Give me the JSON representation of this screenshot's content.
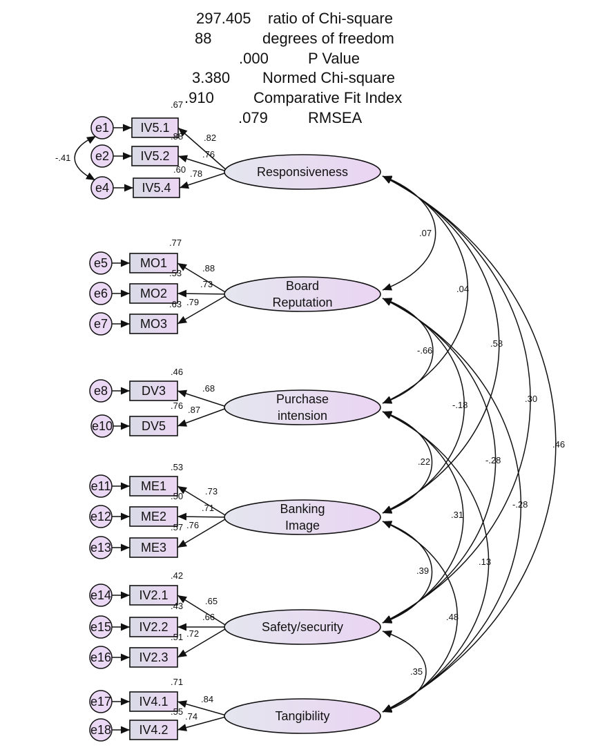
{
  "stats": [
    {
      "value": "297.405",
      "label": "ratio of Chi-square"
    },
    {
      "value": "88",
      "label": "degrees of freedom"
    },
    {
      "value": ".000",
      "label": "P Value"
    },
    {
      "value": "3.380",
      "label": "Normed Chi-square"
    },
    {
      "value": ".910",
      "label": "Comparative Fit Index"
    },
    {
      "value": ".079",
      "label": "RMSEA"
    }
  ],
  "latents": [
    {
      "id": "L1",
      "lines": [
        "Responsiveness"
      ]
    },
    {
      "id": "L2",
      "lines": [
        "Board",
        "Reputation"
      ]
    },
    {
      "id": "L3",
      "lines": [
        "Purchase",
        "intension"
      ]
    },
    {
      "id": "L4",
      "lines": [
        "Banking",
        "Image"
      ]
    },
    {
      "id": "L5",
      "lines": [
        "Safety/security"
      ]
    },
    {
      "id": "L6",
      "lines": [
        "Tangibility"
      ]
    }
  ],
  "indicators": [
    {
      "label": "IV5.1",
      "error": "e1",
      "latent": "L1",
      "r2": ".67",
      "loading": ".82"
    },
    {
      "label": "IV5.2",
      "error": "e2",
      "latent": "L1",
      "r2": ".88",
      "loading": ".76"
    },
    {
      "label": "IV5.4",
      "error": "e4",
      "latent": "L1",
      "r2": ".60",
      "loading": ".78"
    },
    {
      "label": "MO1",
      "error": "e5",
      "latent": "L2",
      "r2": ".77",
      "loading": ".88"
    },
    {
      "label": "MO2",
      "error": "e6",
      "latent": "L2",
      "r2": ".53",
      "loading": ".73"
    },
    {
      "label": "MO3",
      "error": "e7",
      "latent": "L2",
      "r2": ".63",
      "loading": ".79"
    },
    {
      "label": "DV3",
      "error": "e8",
      "latent": "L3",
      "r2": ".46",
      "loading": ".68"
    },
    {
      "label": "DV5",
      "error": "e10",
      "latent": "L3",
      "r2": ".76",
      "loading": ".87"
    },
    {
      "label": "ME1",
      "error": "e11",
      "latent": "L4",
      "r2": ".53",
      "loading": ".73"
    },
    {
      "label": "ME2",
      "error": "e12",
      "latent": "L4",
      "r2": ".50",
      "loading": ".71"
    },
    {
      "label": "ME3",
      "error": "e13",
      "latent": "L4",
      "r2": ".57",
      "loading": ".76"
    },
    {
      "label": "IV2.1",
      "error": "e14",
      "latent": "L5",
      "r2": ".42",
      "loading": ".65"
    },
    {
      "label": "IV2.2",
      "error": "e15",
      "latent": "L5",
      "r2": ".43",
      "loading": ".66"
    },
    {
      "label": "IV2.3",
      "error": "e16",
      "latent": "L5",
      "r2": ".51",
      "loading": ".72"
    },
    {
      "label": "IV4.1",
      "error": "e17",
      "latent": "L6",
      "r2": ".71",
      "loading": ".84"
    },
    {
      "label": "IV4.2",
      "error": "e18",
      "latent": "L6",
      "r2": ".55",
      "loading": ".74"
    }
  ],
  "error_covariance": {
    "from": "e1",
    "to": "e4",
    "value": "-.41"
  },
  "correlations": [
    {
      "from": "L1",
      "to": "L2",
      "value": ".07"
    },
    {
      "from": "L1",
      "to": "L3",
      "value": ".04"
    },
    {
      "from": "L1",
      "to": "L4",
      "value": ".58"
    },
    {
      "from": "L1",
      "to": "L5",
      "value": ".30"
    },
    {
      "from": "L1",
      "to": "L6",
      "value": ".46"
    },
    {
      "from": "L2",
      "to": "L3",
      "value": "-.66"
    },
    {
      "from": "L2",
      "to": "L4",
      "value": "-.18"
    },
    {
      "from": "L2",
      "to": "L5",
      "value": "-.28"
    },
    {
      "from": "L2",
      "to": "L6",
      "value": "-.28"
    },
    {
      "from": "L3",
      "to": "L4",
      "value": ".22"
    },
    {
      "from": "L3",
      "to": "L5",
      "value": ".31"
    },
    {
      "from": "L3",
      "to": "L6",
      "value": ".13"
    },
    {
      "from": "L4",
      "to": "L5",
      "value": ".39"
    },
    {
      "from": "L4",
      "to": "L6",
      "value": ".48"
    },
    {
      "from": "L5",
      "to": "L6",
      "value": ".35"
    }
  ],
  "colors": {
    "latent_fill_start": "#e4e6ee",
    "latent_fill_end": "#ead4f2",
    "box_fill_start": "#d9dbe6",
    "box_fill_end": "#ecd6f4",
    "error_fill": "#ead8f4",
    "stroke": "#111111"
  }
}
